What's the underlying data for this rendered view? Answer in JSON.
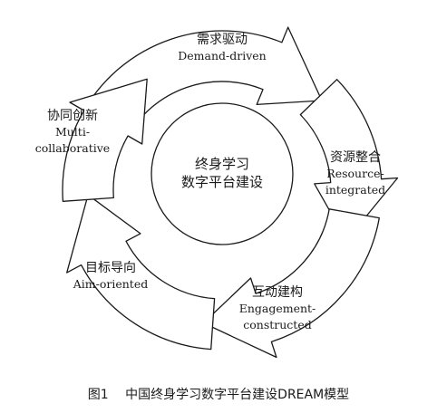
{
  "center": {
    "line1": "终身学习",
    "line2": "数字平台建设"
  },
  "segments": [
    {
      "zh": "需求驱动",
      "en1": "Demand-driven",
      "en2": ""
    },
    {
      "zh": "资源整合",
      "en1": "Resource-",
      "en2": "integrated"
    },
    {
      "zh": "互动建构",
      "en1": "Engagement-",
      "en2": "constructed"
    },
    {
      "zh": "目标导向",
      "en1": "Aim-oriented",
      "en2": ""
    },
    {
      "zh": "协同创新",
      "en1": "Multi-",
      "en2": "collaborative"
    }
  ],
  "caption": {
    "label": "图1",
    "text": "中国终身学习数字平台建设DREAM模型"
  }
}
